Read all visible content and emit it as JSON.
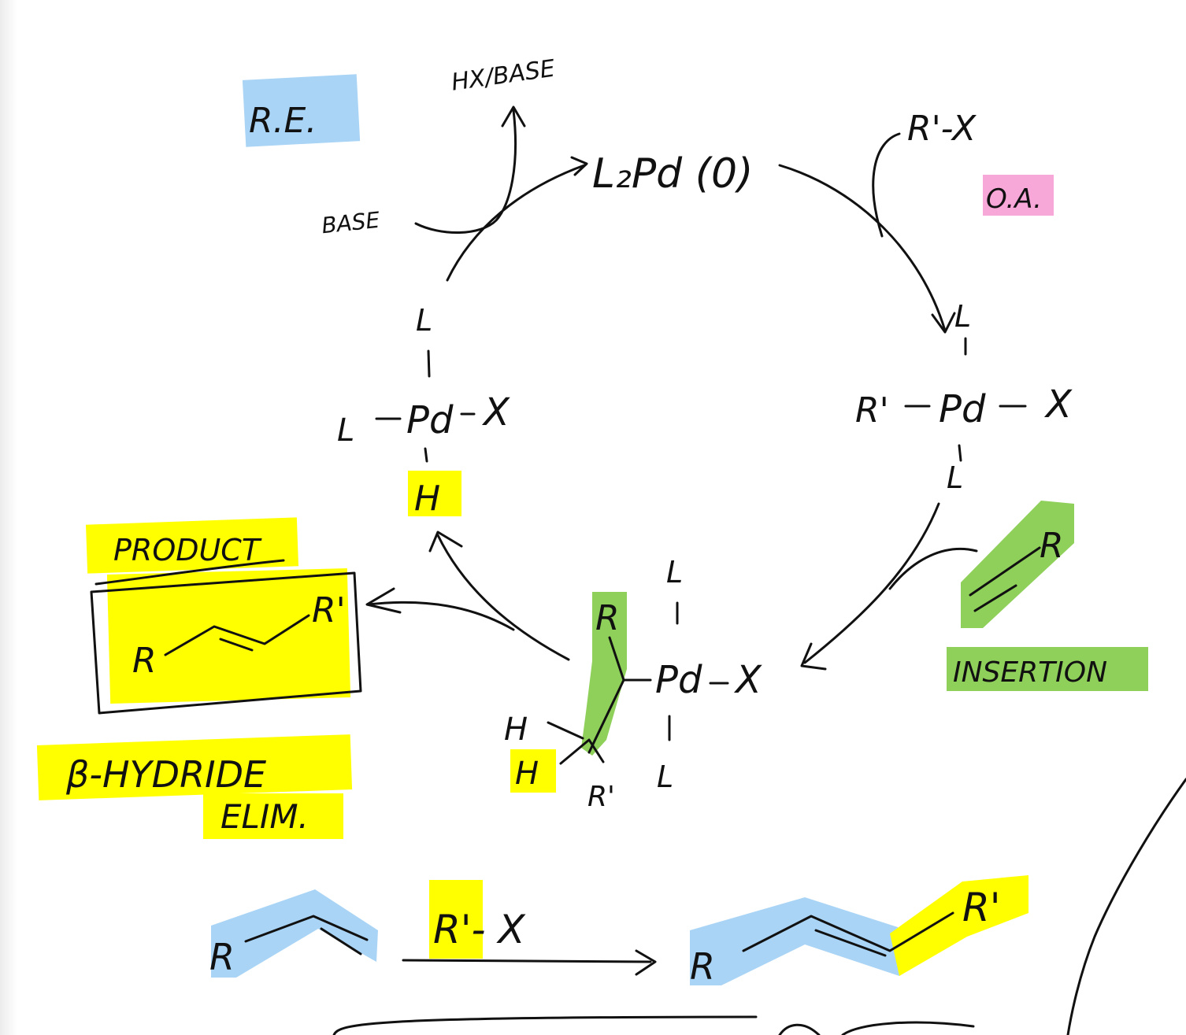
{
  "colors": {
    "ink": "#111111",
    "highlight_blue": "#a9d4f5",
    "highlight_pink": "#f7a8d8",
    "highlight_yellow": "#ffff00",
    "highlight_green": "#8fd05a"
  },
  "labels": {
    "re": "R.E.",
    "oa": "O.A.",
    "insertion": "INSERTION",
    "beta_hydride_line1": "β-HYDRIDE",
    "beta_hydride_line2": "ELIM.",
    "product": "PRODUCT",
    "hx_base": "HX/BASE",
    "base": "BASE",
    "r_prime_x_top": "R'-X",
    "r_prime_x_bottom": "R'- X"
  },
  "catalyst": {
    "text": "L₂Pd (0)"
  },
  "oa_complex": {
    "top_l": "L",
    "r": "R'",
    "pd": "Pd",
    "x": "X",
    "bottom_l": "L"
  },
  "hydride_complex": {
    "top_l": "L",
    "left_l": "L",
    "pd": "Pd",
    "x": "X",
    "h": "H"
  },
  "insertion_complex": {
    "top_l": "L",
    "pd": "Pd",
    "x": "X",
    "bottom_l": "L",
    "r": "R",
    "h1": "H",
    "h2": "H",
    "r_prime": "R'"
  },
  "alkene_reagent": {
    "r": "R"
  },
  "product_box": {
    "r": "R",
    "r_prime": "R'"
  },
  "overall_reaction": {
    "reactant_r": "R",
    "product_r": "R",
    "product_r_prime": "R'"
  }
}
